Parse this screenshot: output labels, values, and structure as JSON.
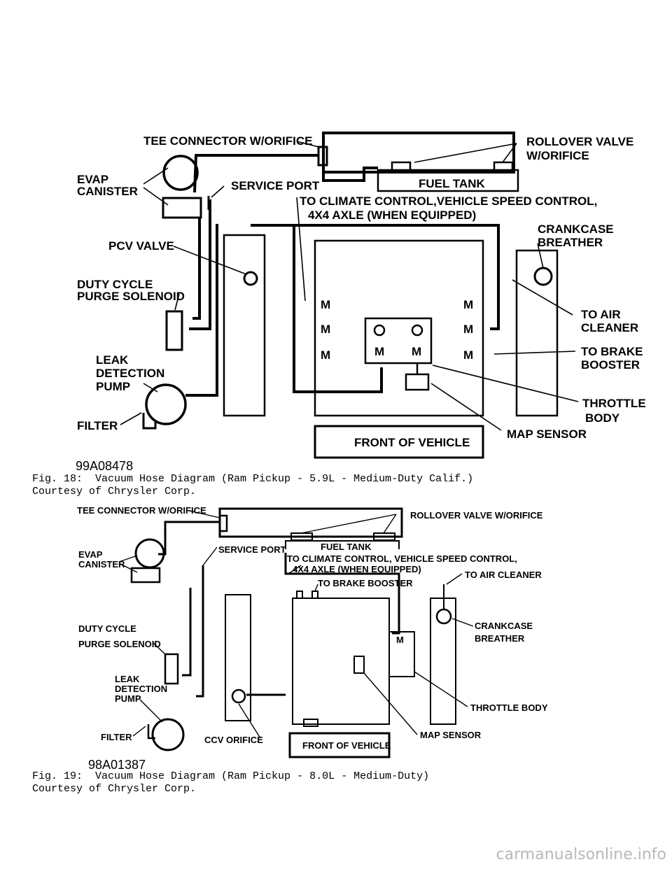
{
  "fig18": {
    "labels": {
      "tee_connector": "TEE CONNECTOR W/ORIFICE",
      "rollover_valve_1": "ROLLOVER VALVE",
      "rollover_valve_2": "W/ORIFICE",
      "evap_canister_1": "EVAP",
      "evap_canister_2": "CANISTER",
      "service_port": "SERVICE PORT",
      "fuel_tank": "FUEL TANK",
      "climate_1": "TO CLIMATE CONTROL,VEHICLE SPEED CONTROL,",
      "climate_2": "4X4 AXLE (WHEN EQUIPPED)",
      "pcv_valve": "PCV VALVE",
      "crankcase_1": "CRANKCASE",
      "crankcase_2": "BREATHER",
      "duty_cycle_1": "DUTY CYCLE",
      "duty_cycle_2": "PURGE SOLENOID",
      "air_cleaner_1": "TO AIR",
      "air_cleaner_2": "CLEANER",
      "brake_booster_1": "TO BRAKE",
      "brake_booster_2": "BOOSTER",
      "leak_1": "LEAK",
      "leak_2": "DETECTION",
      "leak_3": "PUMP",
      "throttle_1": "THROTTLE",
      "throttle_2": "BODY",
      "filter": "FILTER",
      "map_sensor": "MAP SENSOR",
      "front_of_vehicle": "FRONT OF VEHICLE",
      "m": "M"
    },
    "code": "99A08478",
    "caption_line1": "Fig. 18:  Vacuum Hose Diagram (Ram Pickup - 5.9L - Medium-Duty Calif.)",
    "caption_line2": "Courtesy of Chrysler Corp."
  },
  "fig19": {
    "labels": {
      "tee_connector": "TEE CONNECTOR W/ORIFICE",
      "rollover_valve": "ROLLOVER VALVE W/ORIFICE",
      "evap_canister_1": "EVAP",
      "evap_canister_2": "CANISTER",
      "fuel_tank": "FUEL TANK",
      "service_port": "SERVICE PORT",
      "climate_1": "TO CLIMATE CONTROL, VEHICLE SPEED CONTROL,",
      "climate_2": "4X4 AXLE (WHEN EQUIPPED)",
      "brake_booster": "TO BRAKE BOOSTER",
      "air_cleaner": "TO AIR CLEANER",
      "crankcase_1": "CRANKCASE",
      "crankcase_2": "BREATHER",
      "duty_cycle_1": "DUTY CYCLE",
      "duty_cycle_2": "PURGE SOLENOID",
      "m": "M",
      "leak_1": "LEAK",
      "leak_2": "DETECTION",
      "leak_3": "PUMP",
      "throttle_body": "THROTTLE BODY",
      "filter": "FILTER",
      "ccv_orifice": "CCV ORIFICE",
      "map_sensor": "MAP SENSOR",
      "front_of_vehicle": "FRONT OF VEHICLE"
    },
    "code": "98A01387",
    "caption_line1": "Fig. 19:  Vacuum Hose Diagram (Ram Pickup - 8.0L - Medium-Duty)",
    "caption_line2": "Courtesy of Chrysler Corp."
  },
  "watermark": "carmanualsonline.info"
}
